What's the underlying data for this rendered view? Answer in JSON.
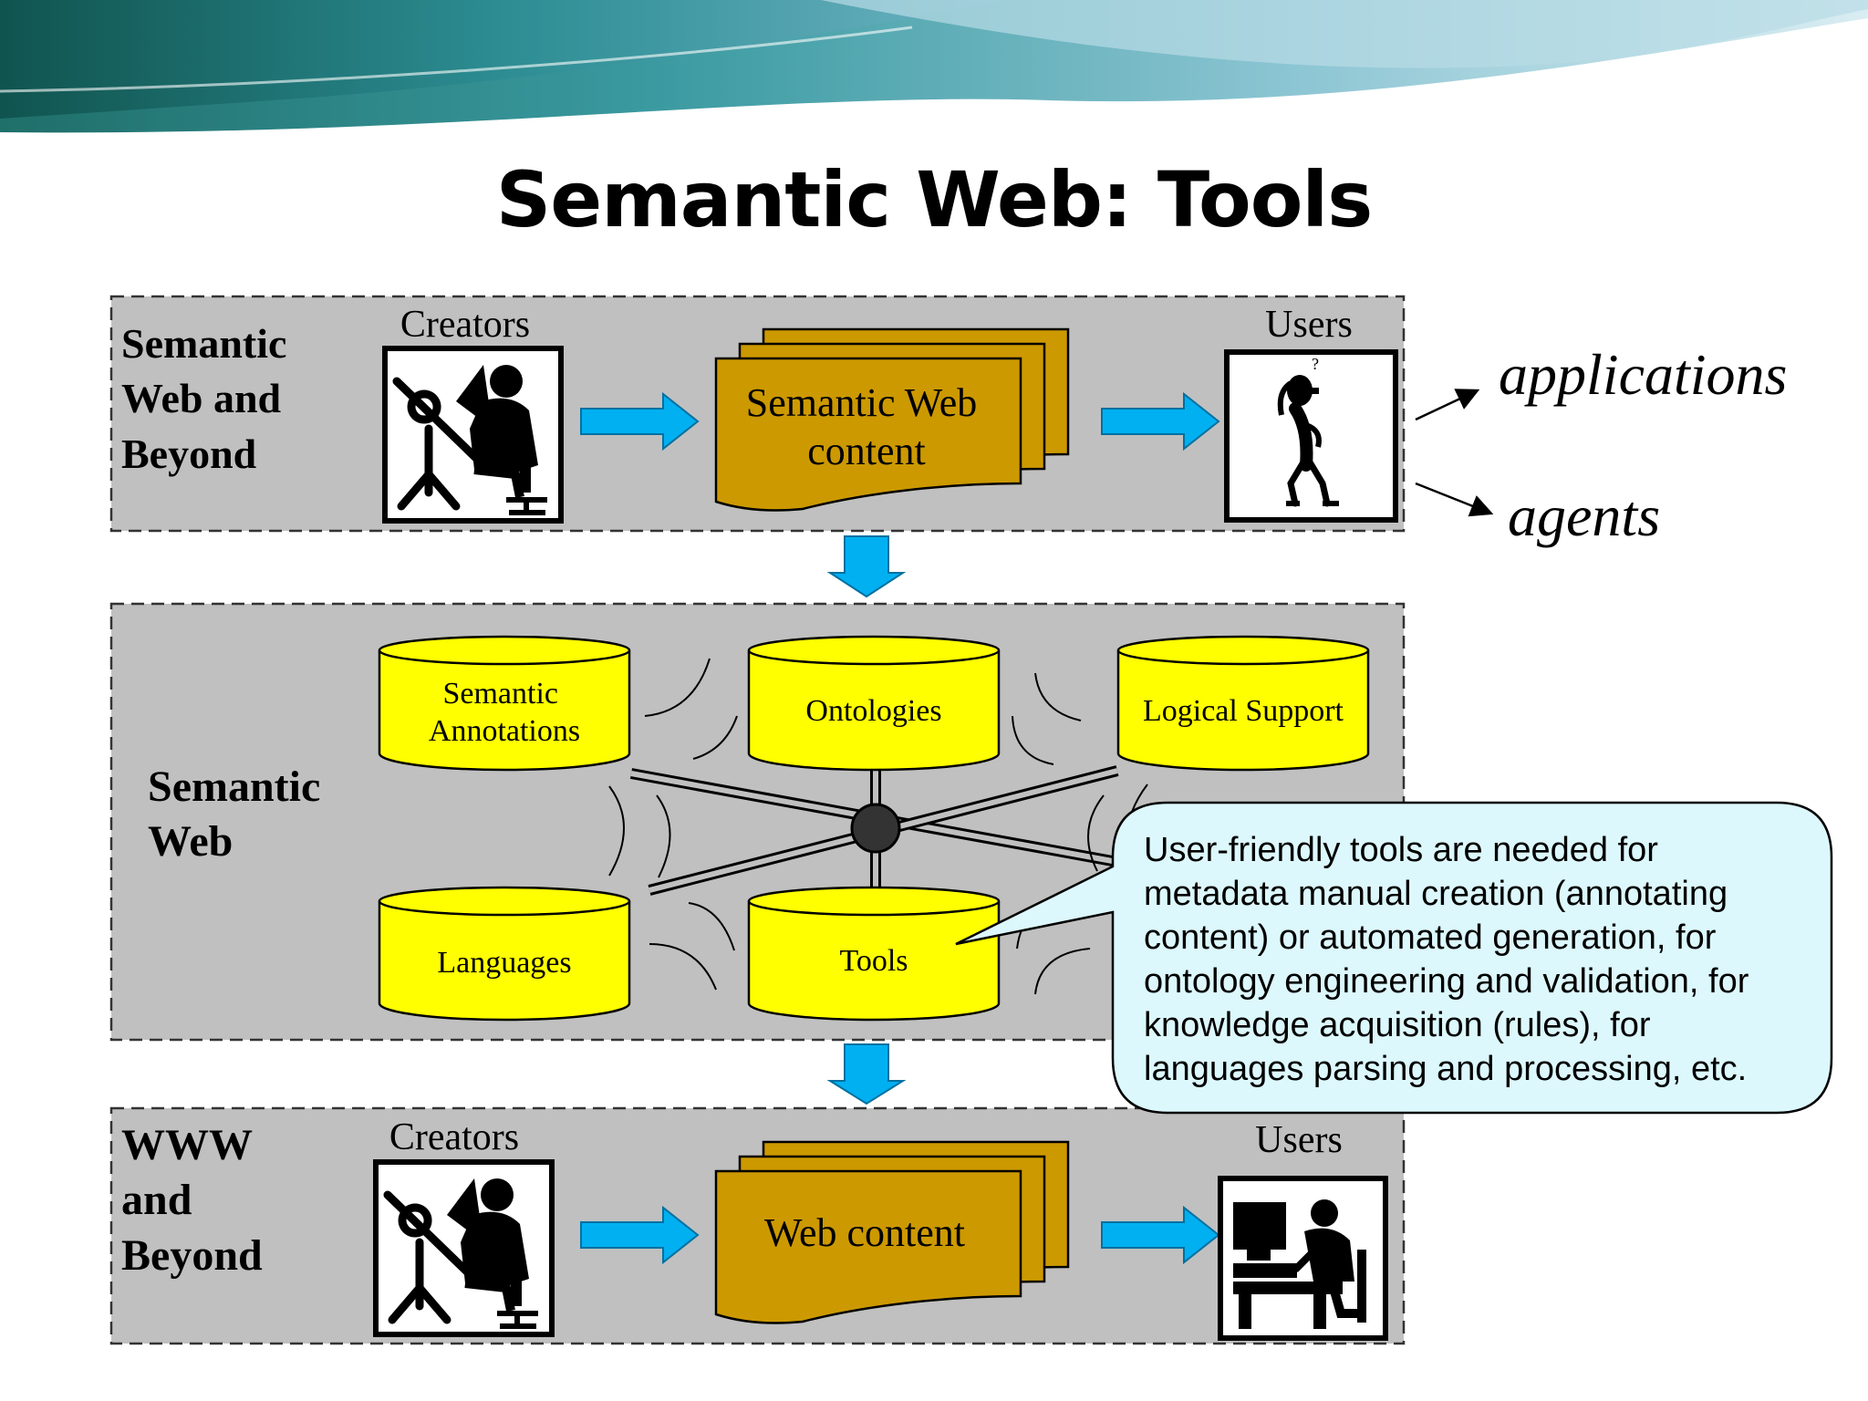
{
  "slide": {
    "title": "Semantic Web: Tools"
  },
  "top_panel": {
    "label_lines": [
      "Semantic",
      "Web and",
      "Beyond"
    ],
    "creators_label": "Creators",
    "users_label": "Users",
    "content_lines": [
      "Semantic Web",
      "content"
    ],
    "creator_icon": "drafter-at-drawing-board-icon",
    "user_icon": "confused-person-question-mark-icon"
  },
  "outputs": {
    "applications": "applications",
    "agents": "agents"
  },
  "middle_panel": {
    "label_lines": [
      "Semantic",
      "Web"
    ],
    "components": [
      {
        "lines": [
          "Semantic",
          "Annotations"
        ]
      },
      {
        "lines": [
          "Ontologies"
        ]
      },
      {
        "lines": [
          "Logical Support"
        ]
      },
      {
        "lines": [
          "Languages"
        ]
      },
      {
        "lines": [
          "Tools"
        ]
      }
    ],
    "hub_icon": "connection-hub-icon"
  },
  "callout": {
    "lines": [
      "User-friendly tools are needed for",
      "metadata manual creation (annotating",
      "content) or automated generation, for",
      "ontology engineering and validation, for",
      "knowledge acquisition (rules), for",
      "languages parsing and processing, etc."
    ]
  },
  "bottom_panel": {
    "label_lines": [
      "WWW",
      "and",
      "Beyond"
    ],
    "creators_label": "Creators",
    "users_label": "Users",
    "content_lines": [
      "Web content"
    ],
    "creator_icon": "drafter-at-drawing-board-icon",
    "user_icon": "person-at-computer-icon"
  },
  "colors": {
    "panel_fill": "#c0c0c0",
    "document_fill": "#cc9900",
    "cylinder_fill": "#ffff00",
    "arrow_fill": "#00b0f0",
    "callout_fill": "#ddf8fd",
    "banner_teal": "#2a8a8e"
  }
}
